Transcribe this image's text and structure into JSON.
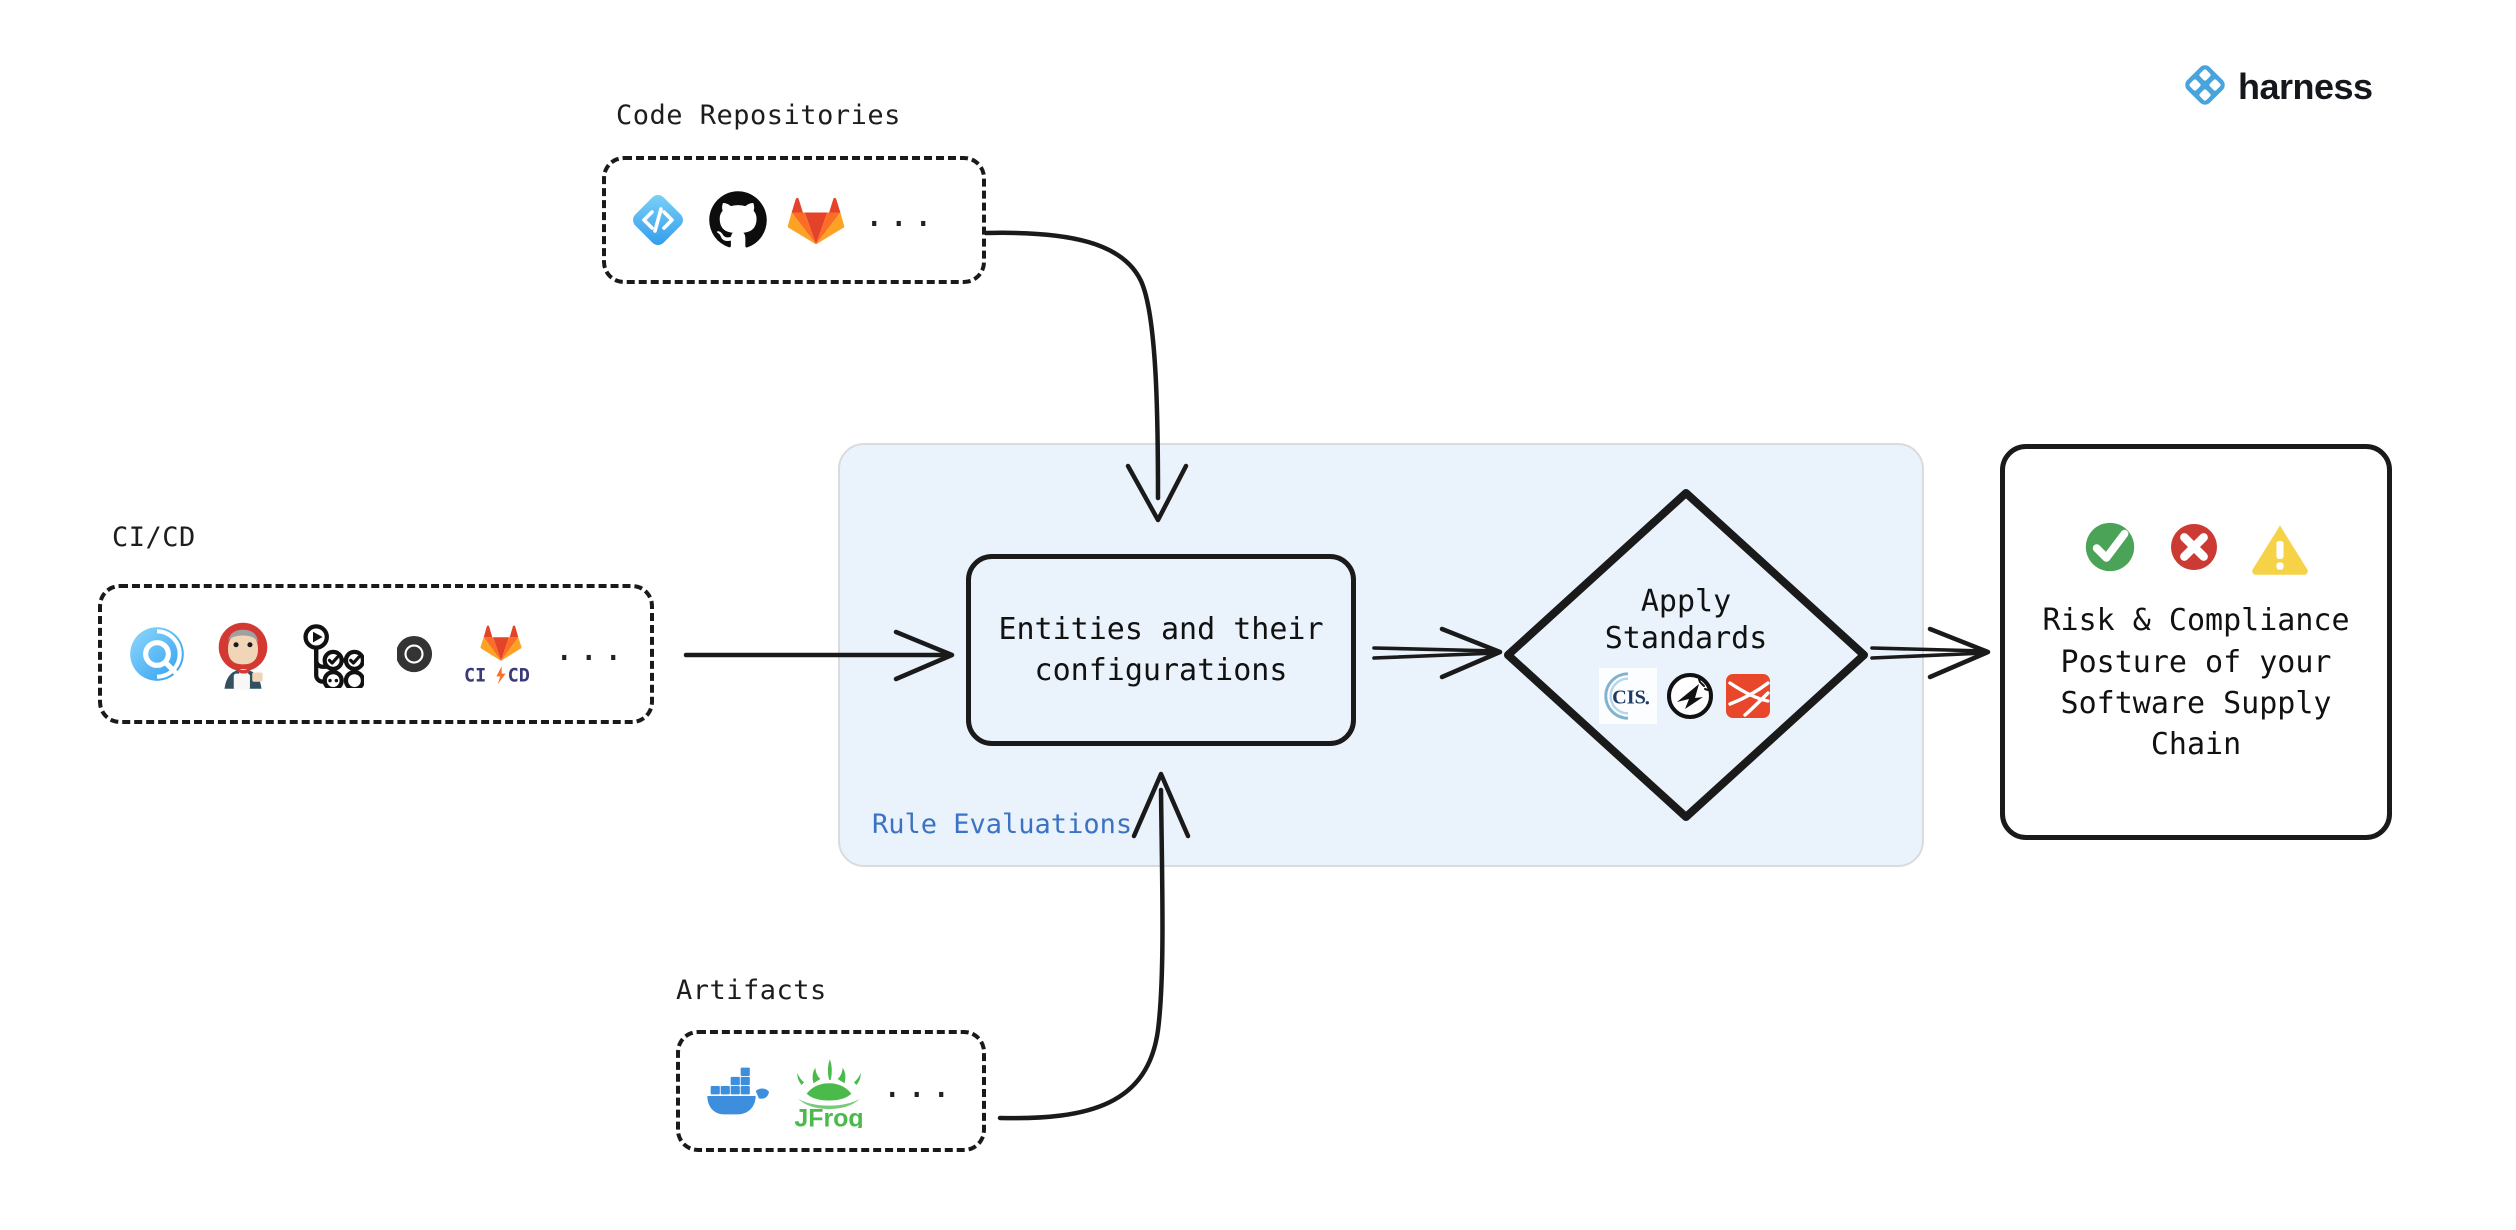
{
  "brand": {
    "name": "harness",
    "mark": "harness-diamond-logo",
    "accent": "#49a4dd"
  },
  "groups": [
    {
      "id": "code-repositories",
      "label": "Code Repositories",
      "icons": [
        "harness-code-icon",
        "github-icon",
        "gitlab-icon"
      ],
      "more": "..."
    },
    {
      "id": "cicd",
      "label": "CI/CD",
      "icons": [
        "harness-cicd-icon",
        "jenkins-icon",
        "github-actions-icon",
        "circleci-icon",
        "gitlab-cicd-icon"
      ],
      "more": "..."
    },
    {
      "id": "artifacts",
      "label": "Artifacts",
      "icons": [
        "docker-icon",
        "jfrog-icon"
      ],
      "more": "..."
    }
  ],
  "rule_region": {
    "label": "Rule Evaluations",
    "label_color": "#3b73c4",
    "fill": "#eaf2fc"
  },
  "entities_node": {
    "line1": "Entities and their",
    "line2": "configurations"
  },
  "standards_node": {
    "line1": "Apply",
    "line2": "Standards",
    "icons": [
      "cis-benchmark-icon",
      "slsa-icon",
      "openssf-scorecard-icon"
    ]
  },
  "outcome_node": {
    "statuses": [
      {
        "name": "pass-check-icon",
        "color": "#4aa356"
      },
      {
        "name": "fail-cross-icon",
        "color": "#cc3b33"
      },
      {
        "name": "warning-triangle-icon",
        "color": "#f5d246"
      }
    ],
    "line1": "Risk & Compliance",
    "line2": "Posture of your",
    "line3": "Software Supply",
    "line4": "Chain"
  },
  "connectors": [
    {
      "name": "code-repos-to-entities-arrow",
      "from": "code-repositories",
      "to": "entities-node"
    },
    {
      "name": "cicd-to-entities-arrow",
      "from": "cicd",
      "to": "entities-node"
    },
    {
      "name": "artifacts-to-entities-arrow",
      "from": "artifacts",
      "to": "entities-node"
    },
    {
      "name": "entities-to-standards-arrow",
      "from": "entities-node",
      "to": "standards-node"
    },
    {
      "name": "standards-to-outcome-arrow",
      "from": "standards-node",
      "to": "outcome-node"
    }
  ]
}
